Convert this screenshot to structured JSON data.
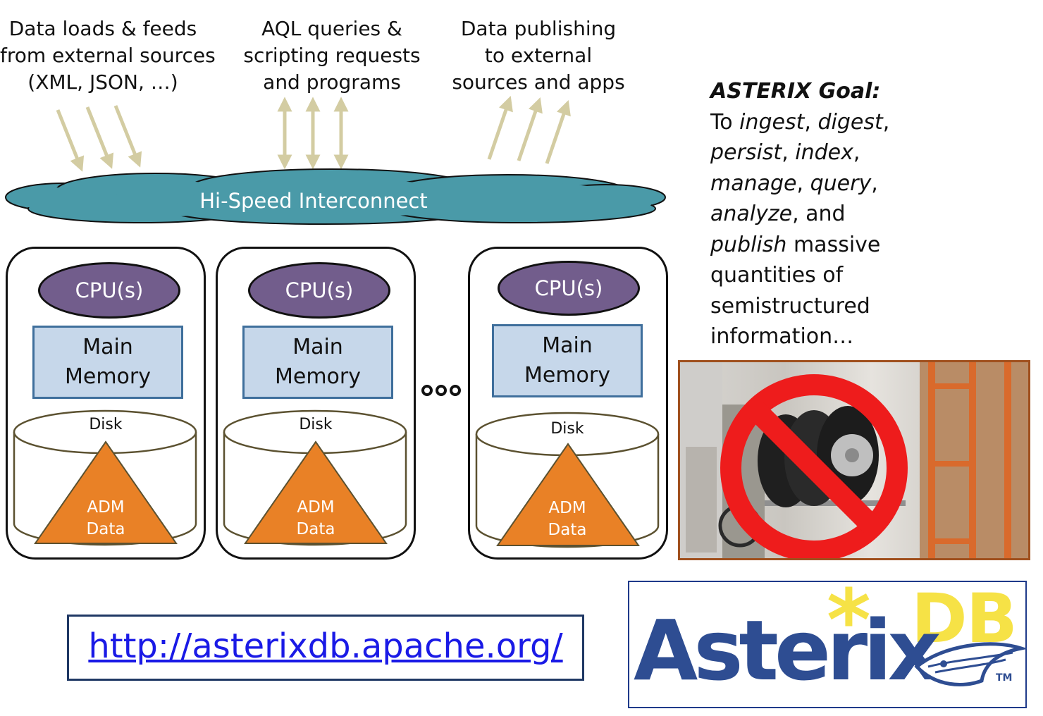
{
  "top_labels": {
    "feeds": [
      "Data loads & feeds",
      "from external sources",
      "(XML, JSON, …)"
    ],
    "queries": [
      "AQL queries &",
      "scripting requests",
      "and programs"
    ],
    "publishing": [
      "Data publishing",
      "to external",
      "sources and apps"
    ]
  },
  "interconnect": {
    "label": "Hi-Speed Interconnect"
  },
  "nodes": [
    {
      "cpu": "CPU(s)",
      "mem1": "Main",
      "mem2": "Memory",
      "disk": "Disk",
      "adm1": "ADM",
      "adm2": "Data"
    },
    {
      "cpu": "CPU(s)",
      "mem1": "Main",
      "mem2": "Memory",
      "disk": "Disk",
      "adm1": "ADM",
      "adm2": "Data"
    },
    {
      "cpu": "CPU(s)",
      "mem1": "Main",
      "mem2": "Memory",
      "disk": "Disk",
      "adm1": "ADM",
      "adm2": "Data"
    }
  ],
  "goal": {
    "title": "ASTERIX Goal:",
    "to": "To ",
    "ingest": "ingest",
    "c1": ", ",
    "digest": "digest",
    "c2": ",",
    "persist": "persist",
    "c3": ", ",
    "index": "index",
    "c4": ",",
    "manage": "manage",
    "c5": ", ",
    "query": "query",
    "c6": ",",
    "analyze": "analyze",
    "and": ", and",
    "publish": "publish",
    "massive": " massive",
    "line7": "quantities of",
    "line8": "semistructured",
    "line9": "information…"
  },
  "url": "http://asterixdb.apache.org/",
  "logo": {
    "word": "Asterix",
    "db": "DB",
    "star": "*",
    "tm": "TM"
  },
  "colors": {
    "cloud": "#4a9aa8",
    "cpu": "#725d8c",
    "memory": "#c6d7ea",
    "adm": "#e98126",
    "arrow": "#d3cca2",
    "prohibit": "#ee1c1c",
    "logo_blue": "#2e4d92",
    "logo_yellow": "#f6e246"
  }
}
